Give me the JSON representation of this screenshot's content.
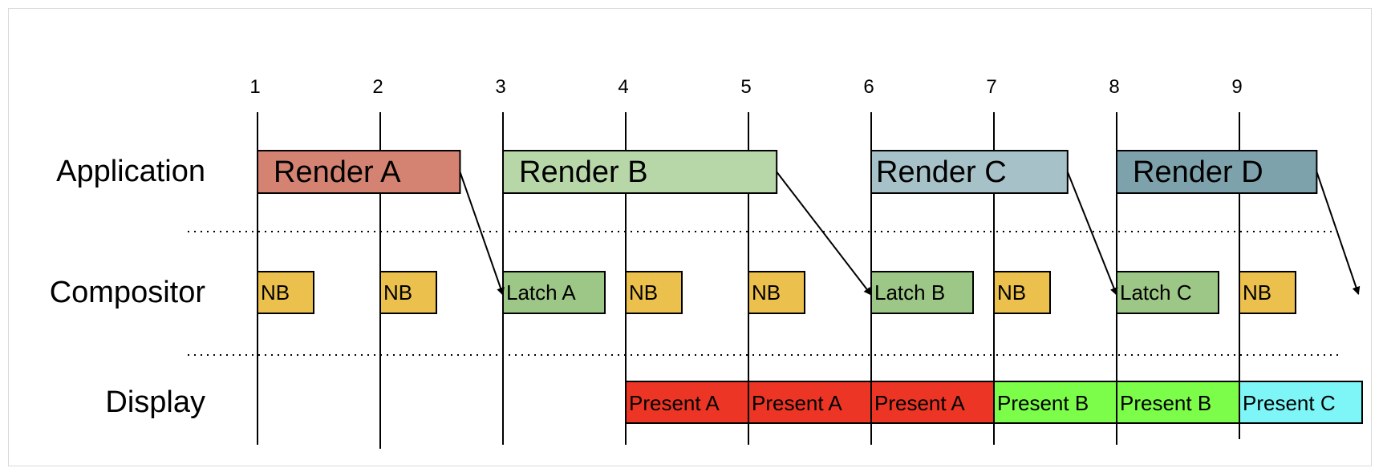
{
  "ticks": [
    "1",
    "2",
    "3",
    "4",
    "5",
    "6",
    "7",
    "8",
    "9"
  ],
  "rows": {
    "application": "Application",
    "compositor": "Compositor",
    "display": "Display"
  },
  "application": [
    {
      "label": "Render A",
      "start_tick": 1,
      "end_tick": 2.65,
      "color": "#d48272",
      "delivers_to": "Latch A"
    },
    {
      "label": "Render B",
      "start_tick": 3,
      "end_tick": 5.23,
      "color": "#b8d7a8",
      "delivers_to": "Latch B"
    },
    {
      "label": "Render C",
      "start_tick": 6,
      "end_tick": 7.6,
      "color": "#a6c2c8",
      "delivers_to": "Latch C"
    },
    {
      "label": "Render D",
      "start_tick": 8,
      "end_tick": 9.63,
      "color": "#7ea2ab",
      "delivers_to": ""
    }
  ],
  "compositor": [
    {
      "label": "NB",
      "tick": 1,
      "color": "#ebc04d"
    },
    {
      "label": "NB",
      "tick": 2,
      "color": "#ebc04d"
    },
    {
      "label": "Latch A",
      "tick": 3,
      "color": "#9dc786",
      "wide": true
    },
    {
      "label": "NB",
      "tick": 4,
      "color": "#ebc04d"
    },
    {
      "label": "NB",
      "tick": 5,
      "color": "#ebc04d"
    },
    {
      "label": "Latch B",
      "tick": 6,
      "color": "#9dc786",
      "wide": true
    },
    {
      "label": "NB",
      "tick": 7,
      "color": "#ebc04d"
    },
    {
      "label": "Latch C",
      "tick": 8,
      "color": "#9dc786",
      "wide": true
    },
    {
      "label": "NB",
      "tick": 9,
      "color": "#ebc04d"
    }
  ],
  "display": [
    {
      "label": "Present A",
      "tick": 4,
      "color": "#ec3524"
    },
    {
      "label": "Present A",
      "tick": 5,
      "color": "#ec3524"
    },
    {
      "label": "Present A",
      "tick": 6,
      "color": "#ec3524"
    },
    {
      "label": "Present B",
      "tick": 7,
      "color": "#7cfd4a"
    },
    {
      "label": "Present B",
      "tick": 8,
      "color": "#7cfd4a"
    },
    {
      "label": "Present C",
      "tick": 9,
      "color": "#7ef6f7"
    }
  ]
}
